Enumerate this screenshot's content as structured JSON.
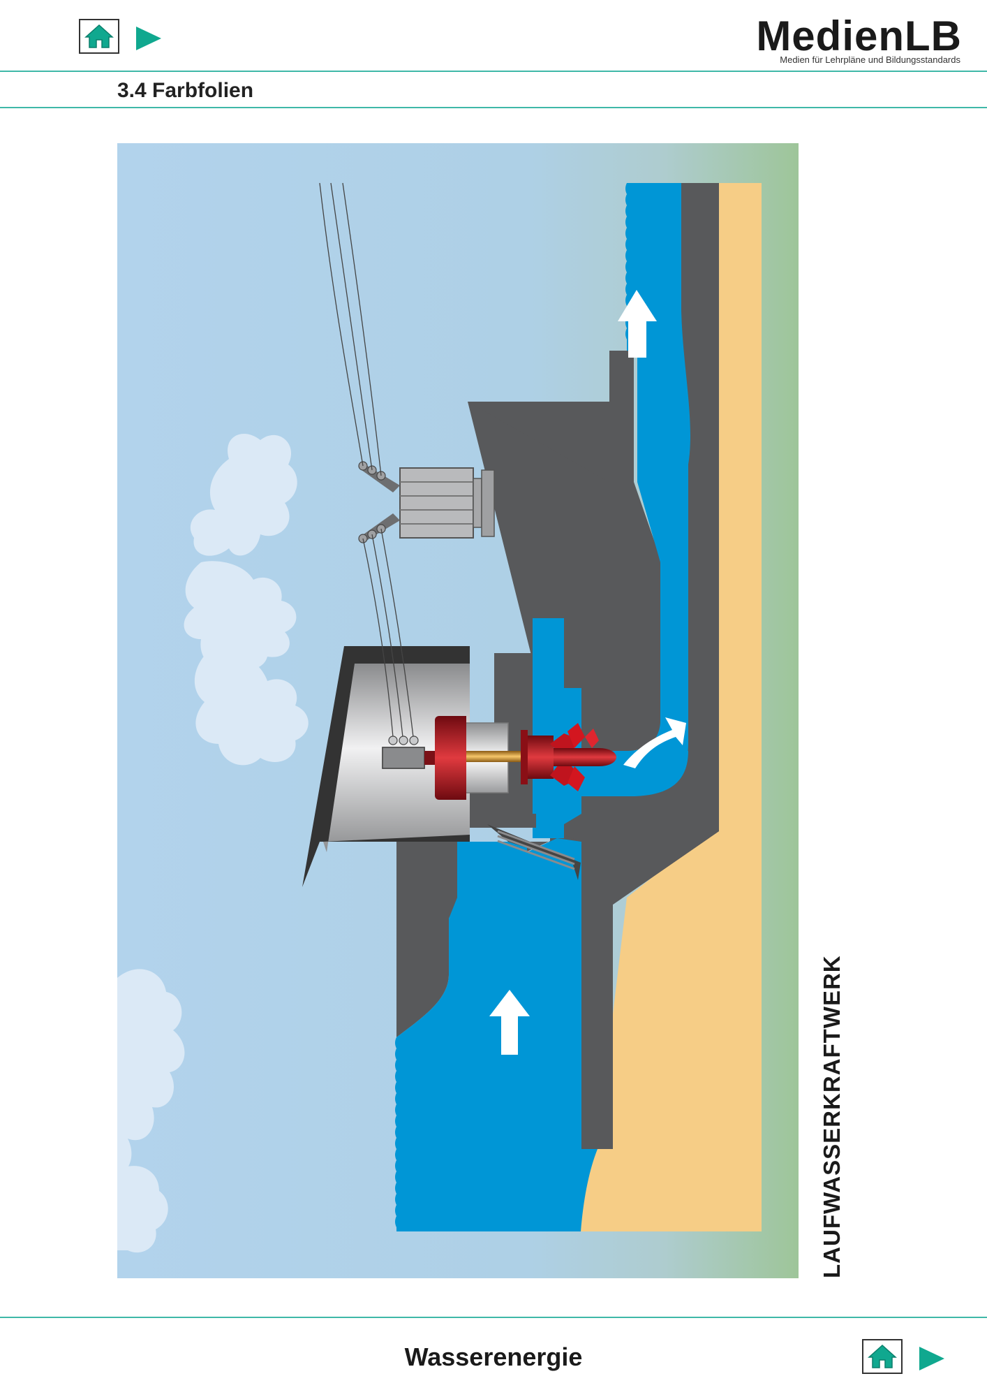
{
  "header": {
    "brand_title": "MedienLB",
    "brand_subtitle": "Medien für Lehrpläne und Bildungsstandards",
    "section_title": "3.4 Farbfolien"
  },
  "diagram": {
    "vertical_label": "LAUFWASSERKRAFTWERK"
  },
  "footer": {
    "title": "Wasserenergie"
  },
  "colors": {
    "accent": "#3fb8a8",
    "water": "#0096d6",
    "concrete": "#58595b",
    "sand": "#f6cd86",
    "turbine": "#c0141e",
    "sky": "#b2d3ec"
  },
  "icons": {
    "home": "home-icon",
    "next": "play-arrow-icon"
  }
}
